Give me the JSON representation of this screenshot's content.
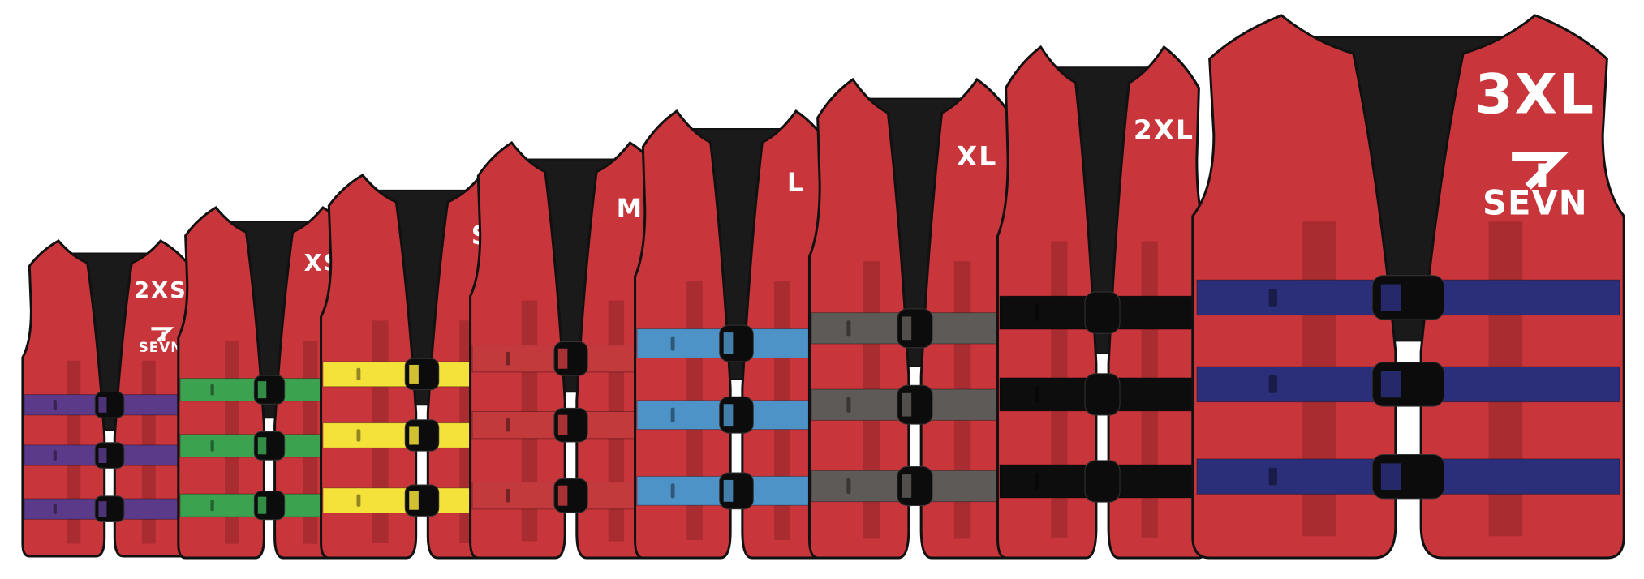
{
  "brand": {
    "name": "SEVN",
    "icon": "sevn-logo-icon"
  },
  "colors": {
    "vest_red": "#c8353b",
    "vest_black": "#1a1a1a",
    "outline": "#111111",
    "seam": "#8f2428",
    "buckle": "#0c0c0c"
  },
  "vests": [
    {
      "size": "2XS",
      "strap_color": "#5b3a8a",
      "shows_logo": true
    },
    {
      "size": "XS",
      "strap_color": "#3ba34f",
      "shows_logo": false
    },
    {
      "size": "S",
      "strap_color": "#f4e23a",
      "shows_logo": false
    },
    {
      "size": "M",
      "strap_color": "#c33a3d",
      "shows_logo": false
    },
    {
      "size": "L",
      "strap_color": "#4d93c8",
      "shows_logo": false
    },
    {
      "size": "XL",
      "strap_color": "#5e5a57",
      "shows_logo": false
    },
    {
      "size": "2XL",
      "strap_color": "#0d0d0d",
      "shows_logo": false
    },
    {
      "size": "3XL",
      "strap_color": "#2b2f7a",
      "shows_logo": true
    }
  ]
}
